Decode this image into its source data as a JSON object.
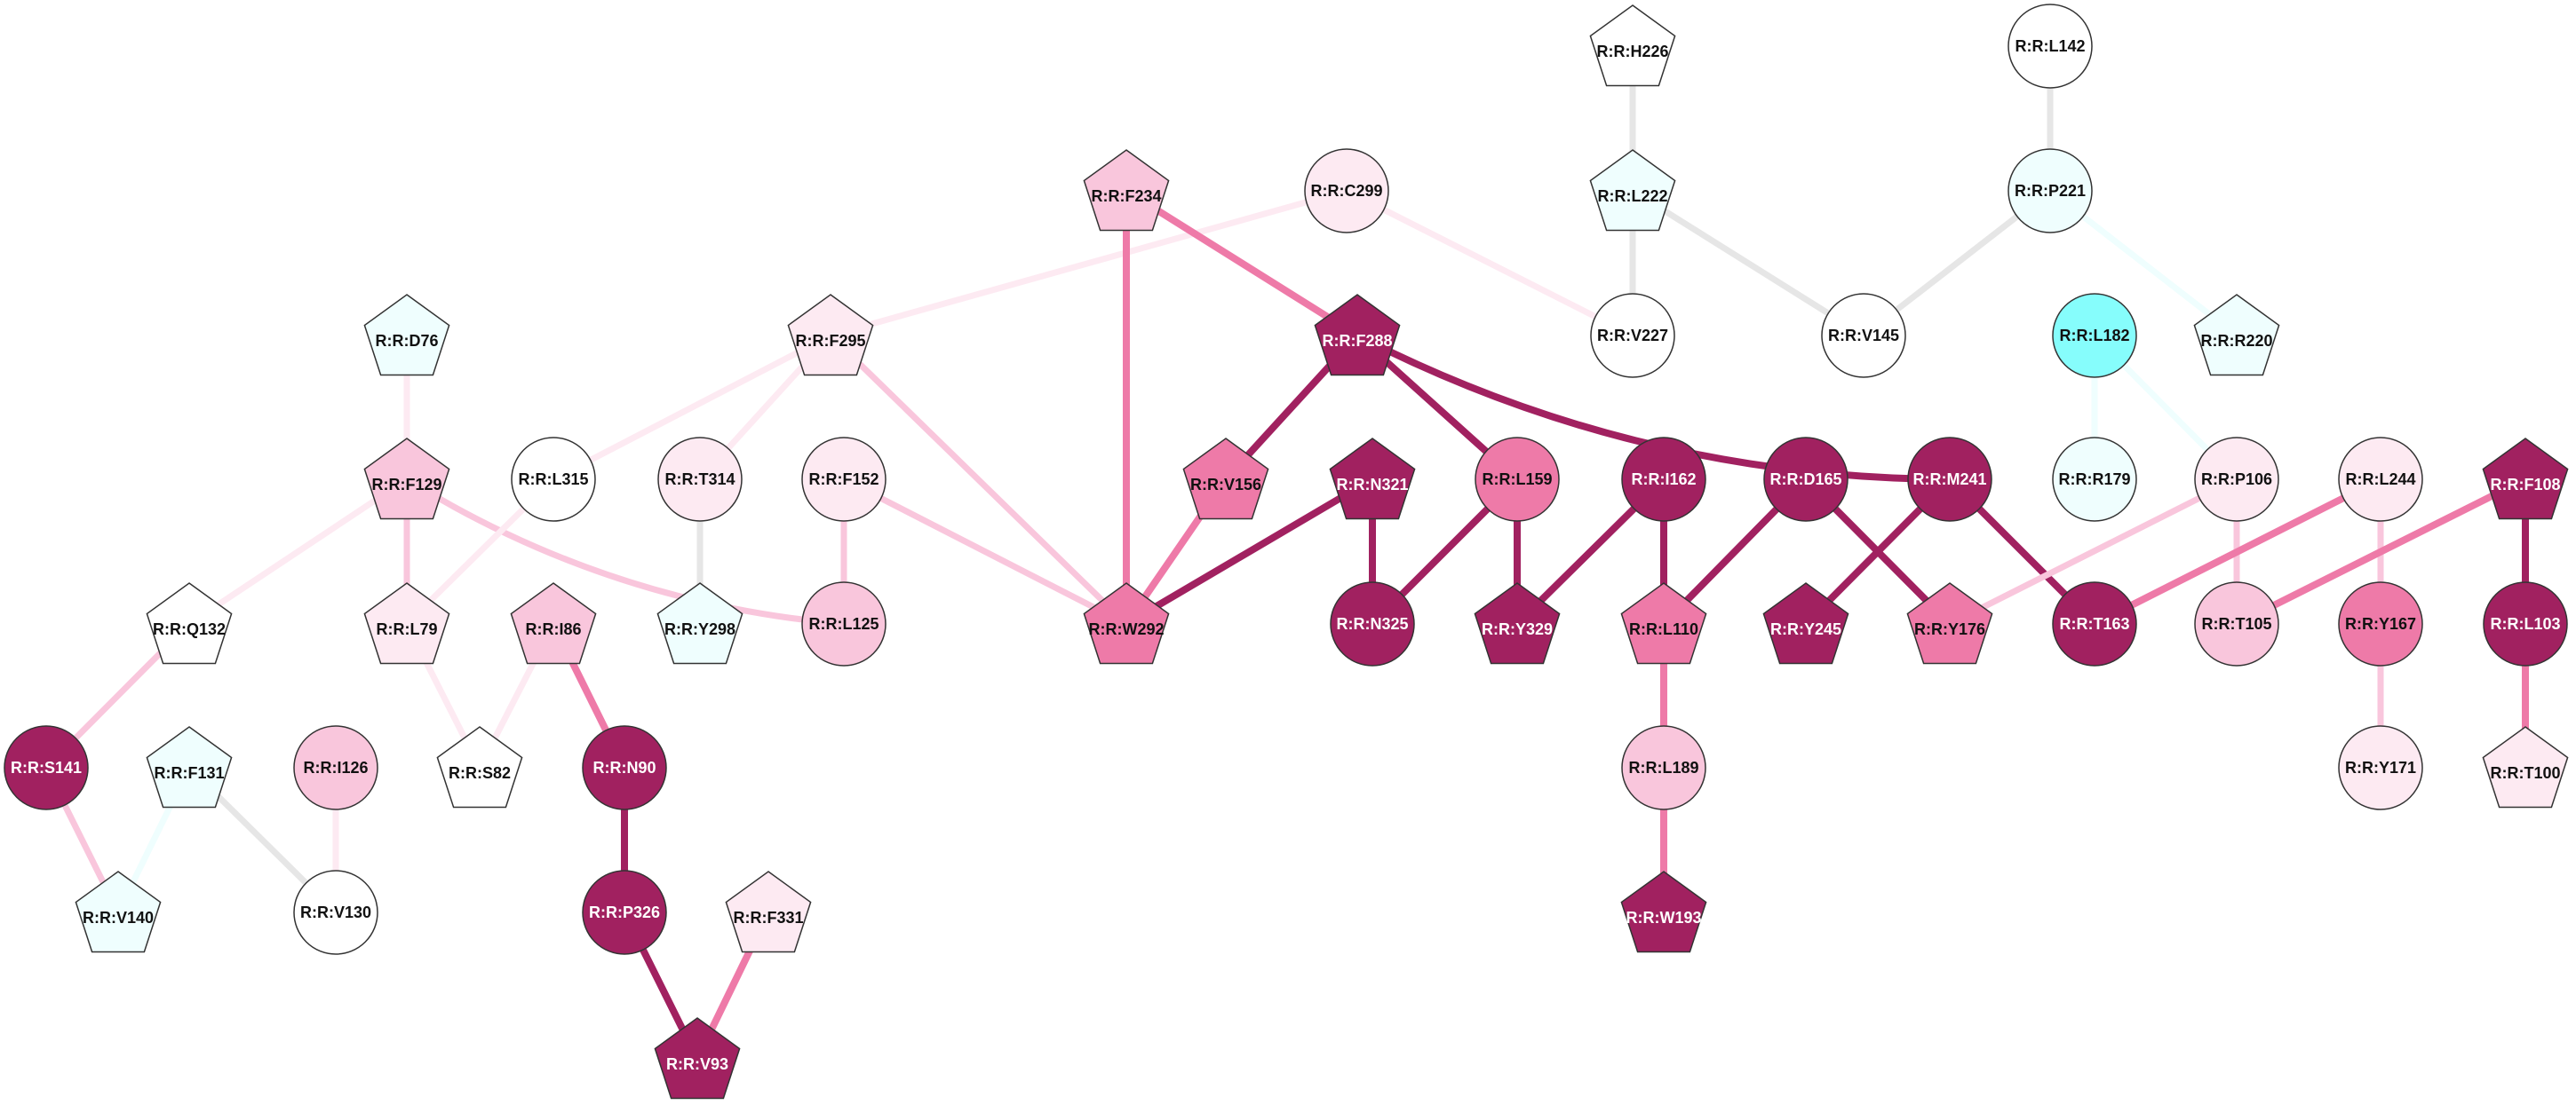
{
  "palette": {
    "white": "#ffffff",
    "lightcyan": "#effefe",
    "cyan": "#86fdfc",
    "lightpink": "#fdeaf2",
    "pink": "#f9c6dc",
    "medpink": "#ee7aa8",
    "darkpink": "#a12160",
    "gray": "#e6e6e6"
  },
  "nodes": [
    {
      "id": "R:R:H226",
      "label": "R:R:H226",
      "shape": "pentagon",
      "color": "white"
    },
    {
      "id": "R:R:L142",
      "label": "R:R:L142",
      "shape": "circle",
      "color": "white"
    },
    {
      "id": "R:R:F234",
      "label": "R:R:F234",
      "shape": "pentagon",
      "color": "pink"
    },
    {
      "id": "R:R:C299",
      "label": "R:R:C299",
      "shape": "circle",
      "color": "lightpink"
    },
    {
      "id": "R:R:L222",
      "label": "R:R:L222",
      "shape": "pentagon",
      "color": "lightcyan"
    },
    {
      "id": "R:R:P221",
      "label": "R:R:P221",
      "shape": "circle",
      "color": "lightcyan"
    },
    {
      "id": "R:R:D76",
      "label": "R:R:D76",
      "shape": "pentagon",
      "color": "lightcyan"
    },
    {
      "id": "R:R:F295",
      "label": "R:R:F295",
      "shape": "pentagon",
      "color": "lightpink"
    },
    {
      "id": "R:R:F288",
      "label": "R:R:F288",
      "shape": "pentagon",
      "color": "darkpink"
    },
    {
      "id": "R:R:V227",
      "label": "R:R:V227",
      "shape": "circle",
      "color": "white"
    },
    {
      "id": "R:R:V145",
      "label": "R:R:V145",
      "shape": "circle",
      "color": "white"
    },
    {
      "id": "R:R:L182",
      "label": "R:R:L182",
      "shape": "circle",
      "color": "cyan"
    },
    {
      "id": "R:R:R220",
      "label": "R:R:R220",
      "shape": "pentagon",
      "color": "lightcyan"
    },
    {
      "id": "R:R:F129",
      "label": "R:R:F129",
      "shape": "pentagon",
      "color": "pink"
    },
    {
      "id": "R:R:L315",
      "label": "R:R:L315",
      "shape": "circle",
      "color": "white"
    },
    {
      "id": "R:R:T314",
      "label": "R:R:T314",
      "shape": "circle",
      "color": "lightpink"
    },
    {
      "id": "R:R:F152",
      "label": "R:R:F152",
      "shape": "circle",
      "color": "lightpink"
    },
    {
      "id": "R:R:V156",
      "label": "R:R:V156",
      "shape": "pentagon",
      "color": "medpink"
    },
    {
      "id": "R:R:N321",
      "label": "R:R:N321",
      "shape": "pentagon",
      "color": "darkpink"
    },
    {
      "id": "R:R:L159",
      "label": "R:R:L159",
      "shape": "circle",
      "color": "medpink"
    },
    {
      "id": "R:R:I162",
      "label": "R:R:I162",
      "shape": "circle",
      "color": "darkpink"
    },
    {
      "id": "R:R:D165",
      "label": "R:R:D165",
      "shape": "circle",
      "color": "darkpink"
    },
    {
      "id": "R:R:M241",
      "label": "R:R:M241",
      "shape": "circle",
      "color": "darkpink"
    },
    {
      "id": "R:R:R179",
      "label": "R:R:R179",
      "shape": "circle",
      "color": "lightcyan"
    },
    {
      "id": "R:R:P106",
      "label": "R:R:P106",
      "shape": "circle",
      "color": "lightpink"
    },
    {
      "id": "R:R:L244",
      "label": "R:R:L244",
      "shape": "circle",
      "color": "lightpink"
    },
    {
      "id": "R:R:F108",
      "label": "R:R:F108",
      "shape": "pentagon",
      "color": "darkpink"
    },
    {
      "id": "R:R:Q132",
      "label": "R:R:Q132",
      "shape": "pentagon",
      "color": "white"
    },
    {
      "id": "R:R:L79",
      "label": "R:R:L79",
      "shape": "pentagon",
      "color": "lightpink"
    },
    {
      "id": "R:R:I86",
      "label": "R:R:I86",
      "shape": "pentagon",
      "color": "pink"
    },
    {
      "id": "R:R:Y298",
      "label": "R:R:Y298",
      "shape": "pentagon",
      "color": "lightcyan"
    },
    {
      "id": "R:R:L125",
      "label": "R:R:L125",
      "shape": "circle",
      "color": "pink"
    },
    {
      "id": "R:R:W292",
      "label": "R:R:W292",
      "shape": "pentagon",
      "color": "medpink"
    },
    {
      "id": "R:R:N325",
      "label": "R:R:N325",
      "shape": "circle",
      "color": "darkpink"
    },
    {
      "id": "R:R:Y329",
      "label": "R:R:Y329",
      "shape": "pentagon",
      "color": "darkpink"
    },
    {
      "id": "R:R:L110",
      "label": "R:R:L110",
      "shape": "pentagon",
      "color": "medpink"
    },
    {
      "id": "R:R:Y245",
      "label": "R:R:Y245",
      "shape": "pentagon",
      "color": "darkpink"
    },
    {
      "id": "R:R:Y176",
      "label": "R:R:Y176",
      "shape": "pentagon",
      "color": "medpink"
    },
    {
      "id": "R:R:T163",
      "label": "R:R:T163",
      "shape": "circle",
      "color": "darkpink"
    },
    {
      "id": "R:R:T105",
      "label": "R:R:T105",
      "shape": "circle",
      "color": "pink"
    },
    {
      "id": "R:R:Y167",
      "label": "R:R:Y167",
      "shape": "circle",
      "color": "medpink"
    },
    {
      "id": "R:R:L103",
      "label": "R:R:L103",
      "shape": "circle",
      "color": "darkpink"
    },
    {
      "id": "R:R:S141",
      "label": "R:R:S141",
      "shape": "circle",
      "color": "darkpink"
    },
    {
      "id": "R:R:F131",
      "label": "R:R:F131",
      "shape": "pentagon",
      "color": "lightcyan"
    },
    {
      "id": "R:R:I126",
      "label": "R:R:I126",
      "shape": "circle",
      "color": "pink"
    },
    {
      "id": "R:R:S82",
      "label": "R:R:S82",
      "shape": "pentagon",
      "color": "white"
    },
    {
      "id": "R:R:N90",
      "label": "R:R:N90",
      "shape": "circle",
      "color": "darkpink"
    },
    {
      "id": "R:R:L189",
      "label": "R:R:L189",
      "shape": "circle",
      "color": "pink"
    },
    {
      "id": "R:R:Y171",
      "label": "R:R:Y171",
      "shape": "circle",
      "color": "lightpink"
    },
    {
      "id": "R:R:T100",
      "label": "R:R:T100",
      "shape": "pentagon",
      "color": "lightpink"
    },
    {
      "id": "R:R:V140",
      "label": "R:R:V140",
      "shape": "pentagon",
      "color": "lightcyan"
    },
    {
      "id": "R:R:V130",
      "label": "R:R:V130",
      "shape": "circle",
      "color": "white"
    },
    {
      "id": "R:R:P326",
      "label": "R:R:P326",
      "shape": "circle",
      "color": "darkpink"
    },
    {
      "id": "R:R:F331",
      "label": "R:R:F331",
      "shape": "pentagon",
      "color": "lightpink"
    },
    {
      "id": "R:R:W193",
      "label": "R:R:W193",
      "shape": "pentagon",
      "color": "darkpink"
    },
    {
      "id": "R:R:V93",
      "label": "R:R:V93",
      "shape": "pentagon",
      "color": "darkpink"
    }
  ],
  "edges": [
    {
      "from": "R:R:H226",
      "to": "R:R:L222",
      "color": "gray",
      "weight": 2
    },
    {
      "from": "R:R:L142",
      "to": "R:R:P221",
      "color": "gray",
      "weight": 2
    },
    {
      "from": "R:R:L222",
      "to": "R:R:V227",
      "color": "gray",
      "weight": 2
    },
    {
      "from": "R:R:L222",
      "to": "R:R:V145",
      "color": "gray",
      "weight": 2
    },
    {
      "from": "R:R:P221",
      "to": "R:R:V145",
      "color": "gray",
      "weight": 2
    },
    {
      "from": "R:R:P221",
      "to": "R:R:R220",
      "color": "lightcyan",
      "weight": 2
    },
    {
      "from": "R:R:L182",
      "to": "R:R:R179",
      "color": "lightcyan",
      "weight": 2
    },
    {
      "from": "R:R:L182",
      "to": "R:R:P106",
      "color": "lightcyan",
      "weight": 2
    },
    {
      "from": "R:R:C299",
      "to": "R:R:F295",
      "color": "lightpink",
      "weight": 2
    },
    {
      "from": "R:R:C299",
      "to": "R:R:V227",
      "color": "lightpink",
      "weight": 2
    },
    {
      "from": "R:R:F234",
      "to": "R:R:F288",
      "color": "medpink",
      "weight": 3
    },
    {
      "from": "R:R:F234",
      "to": "R:R:W292",
      "color": "medpink",
      "weight": 3
    },
    {
      "from": "R:R:D76",
      "to": "R:R:F129",
      "color": "lightpink",
      "weight": 2
    },
    {
      "from": "R:R:F295",
      "to": "R:R:L315",
      "color": "lightpink",
      "weight": 2
    },
    {
      "from": "R:R:F295",
      "to": "R:R:T314",
      "color": "lightpink",
      "weight": 2
    },
    {
      "from": "R:R:F295",
      "to": "R:R:W292",
      "color": "pink",
      "weight": 2
    },
    {
      "from": "R:R:F288",
      "to": "R:R:V156",
      "color": "darkpink",
      "weight": 3
    },
    {
      "from": "R:R:F288",
      "to": "R:R:L159",
      "color": "darkpink",
      "weight": 3
    },
    {
      "from": "R:R:F288",
      "to": "R:R:M241",
      "color": "darkpink",
      "weight": 3,
      "curve": true
    },
    {
      "from": "R:R:F129",
      "to": "R:R:L79",
      "color": "pink",
      "weight": 2
    },
    {
      "from": "R:R:F129",
      "to": "R:R:Q132",
      "color": "lightpink",
      "weight": 2
    },
    {
      "from": "R:R:F129",
      "to": "R:R:L125",
      "color": "pink",
      "weight": 2,
      "curve": true
    },
    {
      "from": "R:R:L315",
      "to": "R:R:L79",
      "color": "lightpink",
      "weight": 2
    },
    {
      "from": "R:R:T314",
      "to": "R:R:Y298",
      "color": "gray",
      "weight": 2
    },
    {
      "from": "R:R:F152",
      "to": "R:R:L125",
      "color": "pink",
      "weight": 2
    },
    {
      "from": "R:R:F152",
      "to": "R:R:W292",
      "color": "pink",
      "weight": 2
    },
    {
      "from": "R:R:V156",
      "to": "R:R:W292",
      "color": "medpink",
      "weight": 3
    },
    {
      "from": "R:R:N321",
      "to": "R:R:W292",
      "color": "darkpink",
      "weight": 3
    },
    {
      "from": "R:R:N321",
      "to": "R:R:N325",
      "color": "darkpink",
      "weight": 3
    },
    {
      "from": "R:R:L159",
      "to": "R:R:N325",
      "color": "darkpink",
      "weight": 3
    },
    {
      "from": "R:R:L159",
      "to": "R:R:Y329",
      "color": "darkpink",
      "weight": 3
    },
    {
      "from": "R:R:I162",
      "to": "R:R:Y329",
      "color": "darkpink",
      "weight": 3
    },
    {
      "from": "R:R:I162",
      "to": "R:R:L110",
      "color": "darkpink",
      "weight": 3
    },
    {
      "from": "R:R:D165",
      "to": "R:R:L110",
      "color": "darkpink",
      "weight": 3
    },
    {
      "from": "R:R:D165",
      "to": "R:R:Y176",
      "color": "darkpink",
      "weight": 3
    },
    {
      "from": "R:R:M241",
      "to": "R:R:Y245",
      "color": "darkpink",
      "weight": 3
    },
    {
      "from": "R:R:M241",
      "to": "R:R:T163",
      "color": "darkpink",
      "weight": 3
    },
    {
      "from": "R:R:P106",
      "to": "R:R:Y176",
      "color": "pink",
      "weight": 2
    },
    {
      "from": "R:R:P106",
      "to": "R:R:T105",
      "color": "pink",
      "weight": 2
    },
    {
      "from": "R:R:L244",
      "to": "R:R:T163",
      "color": "medpink",
      "weight": 3
    },
    {
      "from": "R:R:L244",
      "to": "R:R:Y167",
      "color": "pink",
      "weight": 2
    },
    {
      "from": "R:R:F108",
      "to": "R:R:T105",
      "color": "medpink",
      "weight": 3
    },
    {
      "from": "R:R:F108",
      "to": "R:R:L103",
      "color": "darkpink",
      "weight": 3
    },
    {
      "from": "R:R:L110",
      "to": "R:R:L189",
      "color": "medpink",
      "weight": 3
    },
    {
      "from": "R:R:L189",
      "to": "R:R:W193",
      "color": "medpink",
      "weight": 3
    },
    {
      "from": "R:R:Y167",
      "to": "R:R:Y171",
      "color": "pink",
      "weight": 2
    },
    {
      "from": "R:R:L103",
      "to": "R:R:T100",
      "color": "medpink",
      "weight": 3
    },
    {
      "from": "R:R:Q132",
      "to": "R:R:S141",
      "color": "pink",
      "weight": 2
    },
    {
      "from": "R:R:S141",
      "to": "R:R:V140",
      "color": "pink",
      "weight": 2
    },
    {
      "from": "R:R:F131",
      "to": "R:R:V140",
      "color": "lightcyan",
      "weight": 2
    },
    {
      "from": "R:R:F131",
      "to": "R:R:V130",
      "color": "gray",
      "weight": 2
    },
    {
      "from": "R:R:I126",
      "to": "R:R:V130",
      "color": "lightpink",
      "weight": 2
    },
    {
      "from": "R:R:L79",
      "to": "R:R:S82",
      "color": "lightpink",
      "weight": 2
    },
    {
      "from": "R:R:I86",
      "to": "R:R:S82",
      "color": "lightpink",
      "weight": 2
    },
    {
      "from": "R:R:I86",
      "to": "R:R:N90",
      "color": "medpink",
      "weight": 3
    },
    {
      "from": "R:R:N90",
      "to": "R:R:P326",
      "color": "darkpink",
      "weight": 3
    },
    {
      "from": "R:R:P326",
      "to": "R:R:V93",
      "color": "darkpink",
      "weight": 3
    },
    {
      "from": "R:R:F331",
      "to": "R:R:V93",
      "color": "medpink",
      "weight": 3
    }
  ]
}
